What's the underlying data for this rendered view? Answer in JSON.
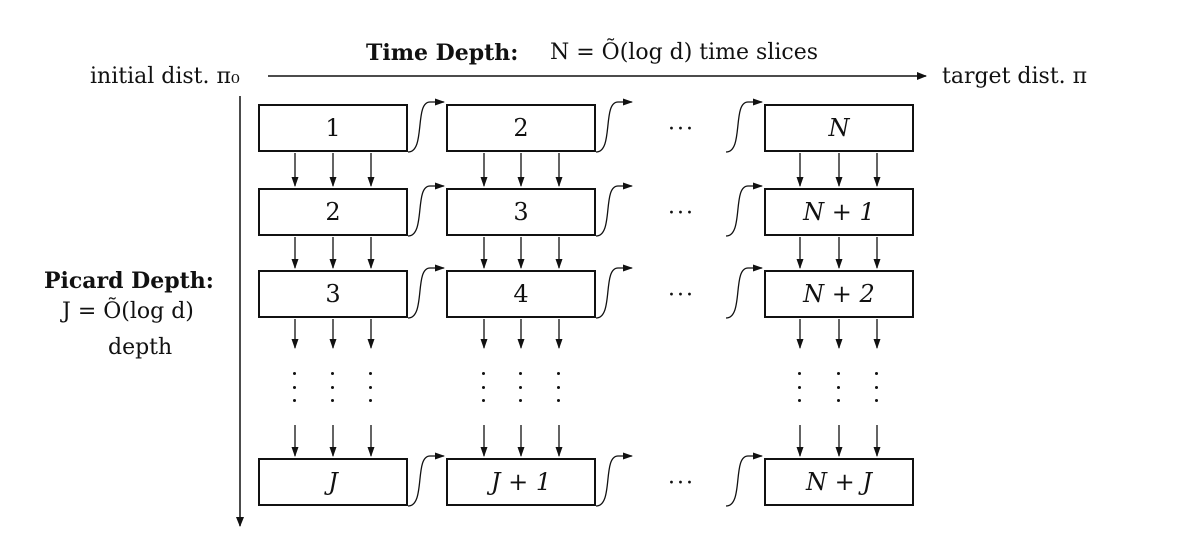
{
  "header": {
    "time_depth_label": "Time Depth:",
    "time_depth_formula": "N = Õ(log d) time slices",
    "initial_label": "initial dist. π₀",
    "target_label": "target dist. π"
  },
  "side": {
    "picard_label": "Picard Depth:",
    "picard_formula": "J = Õ(log d)",
    "depth_word": "depth"
  },
  "grid": {
    "row1": [
      "1",
      "2",
      "N"
    ],
    "row2": [
      "2",
      "3",
      "N + 1"
    ],
    "row3": [
      "3",
      "4",
      "N + 2"
    ],
    "row4": [
      "J",
      "J + 1",
      "N + J"
    ],
    "ellipsis": "···"
  }
}
